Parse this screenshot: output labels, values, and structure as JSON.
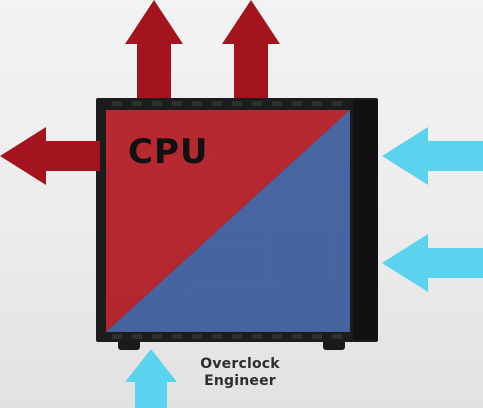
{
  "diagram": {
    "cpu_label": "CPU",
    "brand": {
      "line1": "Overclock",
      "line2": "Engineer"
    },
    "icons": [
      "exhaust-arrow-up",
      "exhaust-arrow-left",
      "intake-arrow-left",
      "intake-arrow-up"
    ],
    "colors": {
      "exhaust": "#a3141e",
      "intake": "#5cd3ee",
      "hot_zone": "#cc2730",
      "cool_zone": "#4a6fb5",
      "case_frame": "#1c1c1e"
    }
  }
}
